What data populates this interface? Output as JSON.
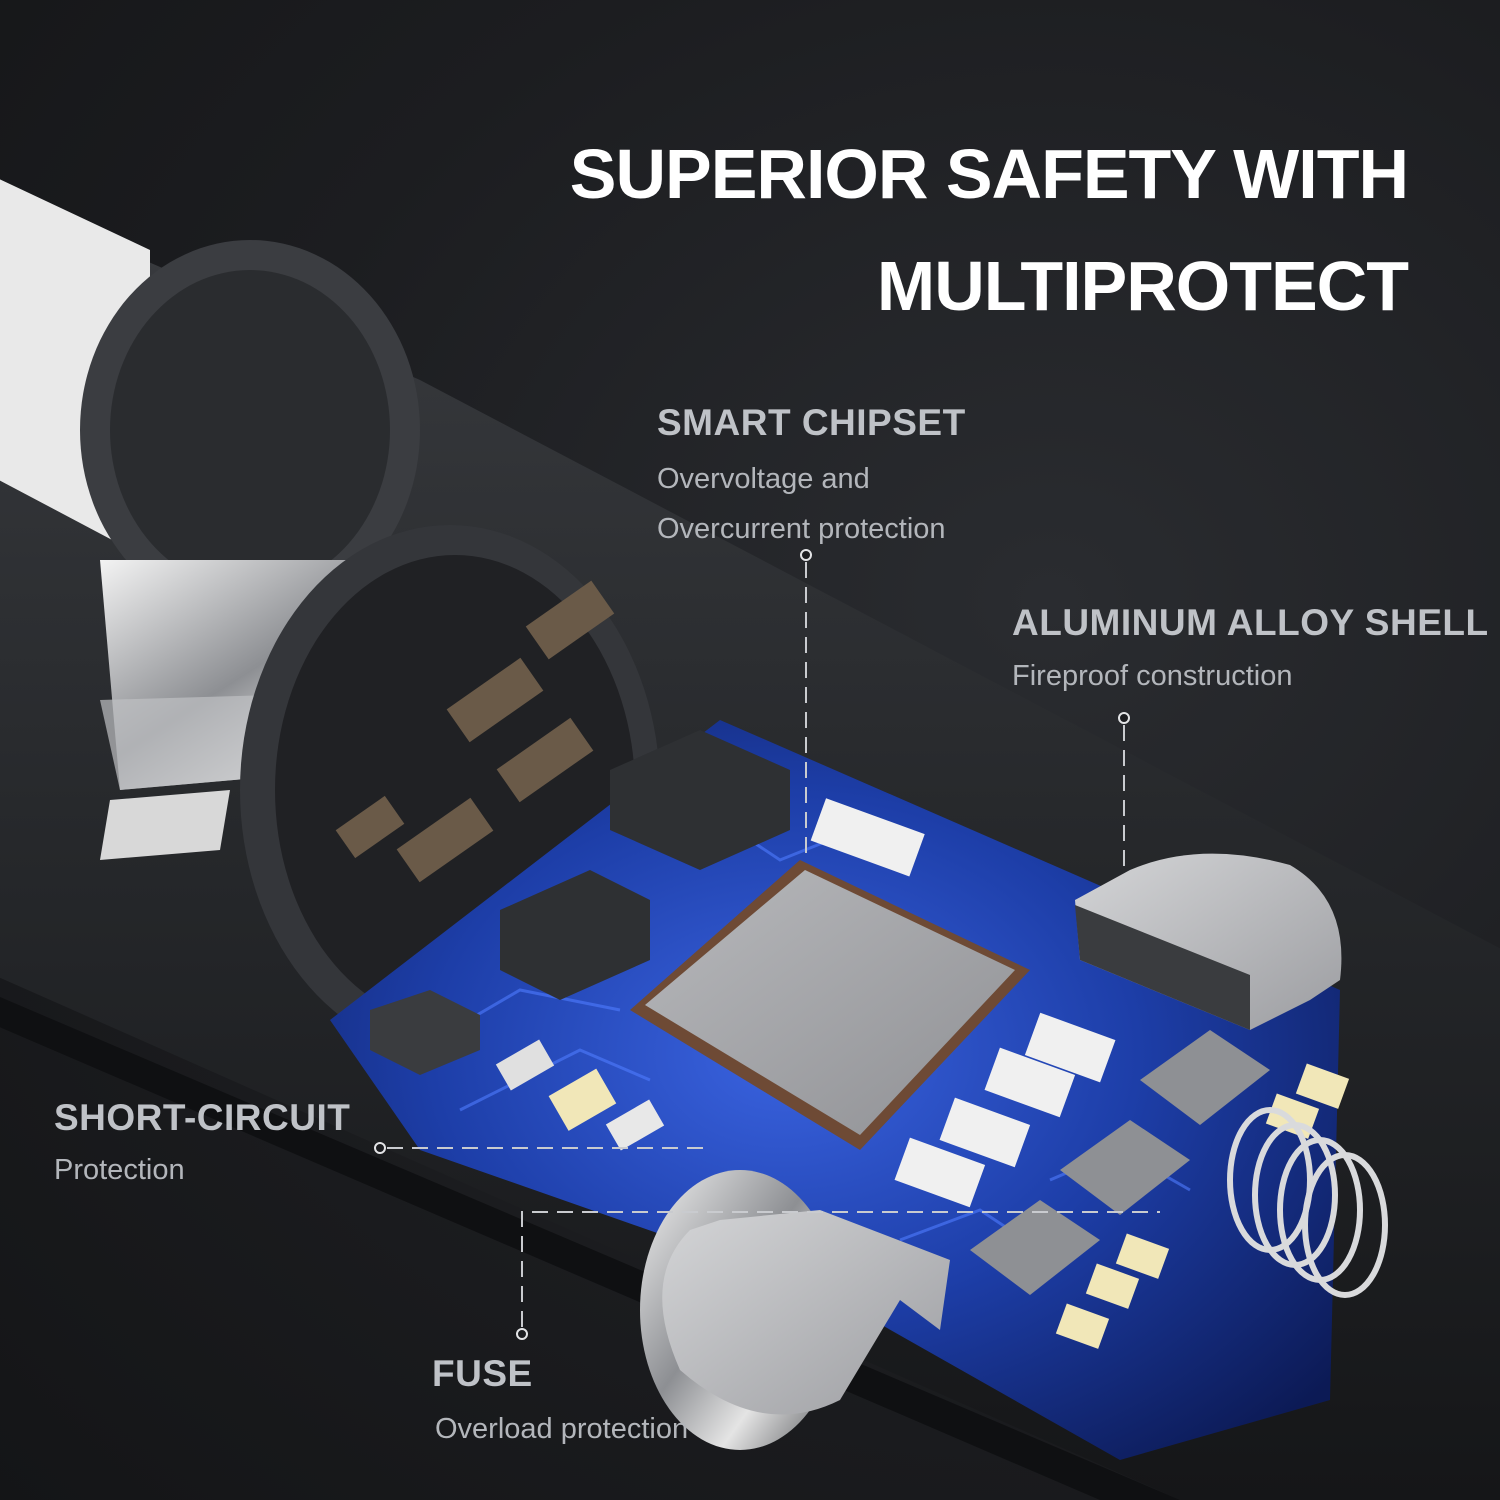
{
  "headline": {
    "line1": "SUPERIOR SAFETY WITH",
    "line2": "MULTIPROTECT"
  },
  "callouts": {
    "smart_chipset": {
      "title": "SMART CHIPSET",
      "desc_line1": "Overvoltage and",
      "desc_line2": "Overcurrent protection"
    },
    "aluminum_shell": {
      "title": "ALUMINUM ALLOY SHELL",
      "desc": "Fireproof construction"
    },
    "short_circuit": {
      "title": "SHORT-CIRCUIT",
      "desc": "Protection"
    },
    "fuse": {
      "title": "FUSE",
      "desc": "Overload protection"
    }
  },
  "colors": {
    "background": "#1c1d20",
    "pcb_blue": "#1b3a9c",
    "headline_text": "#ffffff",
    "callout_text": "#bfc2c7"
  }
}
